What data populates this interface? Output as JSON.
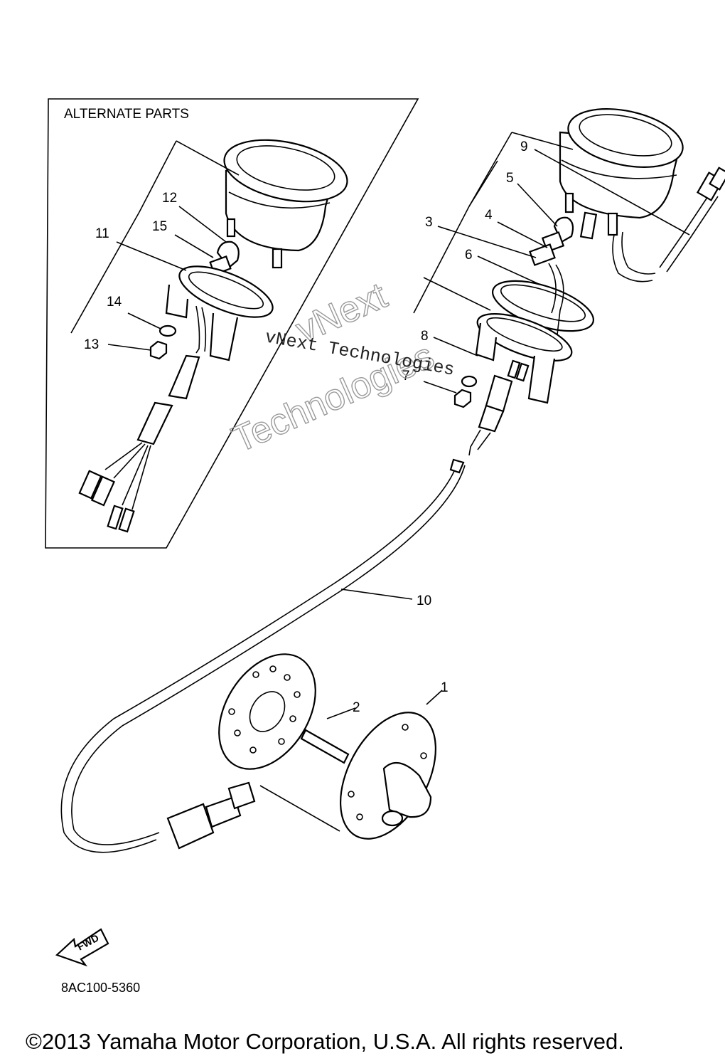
{
  "panel": {
    "title": "ALTERNATE PARTS"
  },
  "callouts": {
    "c1": "1",
    "c2": "2",
    "c3": "3",
    "c4": "4",
    "c5": "5",
    "c6": "6",
    "c7": "7",
    "c8": "8",
    "c9": "9",
    "c10": "10",
    "c11": "11",
    "c12": "12",
    "c13": "13",
    "c14": "14",
    "c15": "15"
  },
  "watermark": {
    "line1": "vNext Technologies",
    "line2a": "vNext",
    "line2b": "Technologies"
  },
  "fwd_label": "FWD",
  "ref_code": "8AC100-5360",
  "copyright": "©2013 Yamaha Motor Corporation, U.S.A. All rights reserved."
}
